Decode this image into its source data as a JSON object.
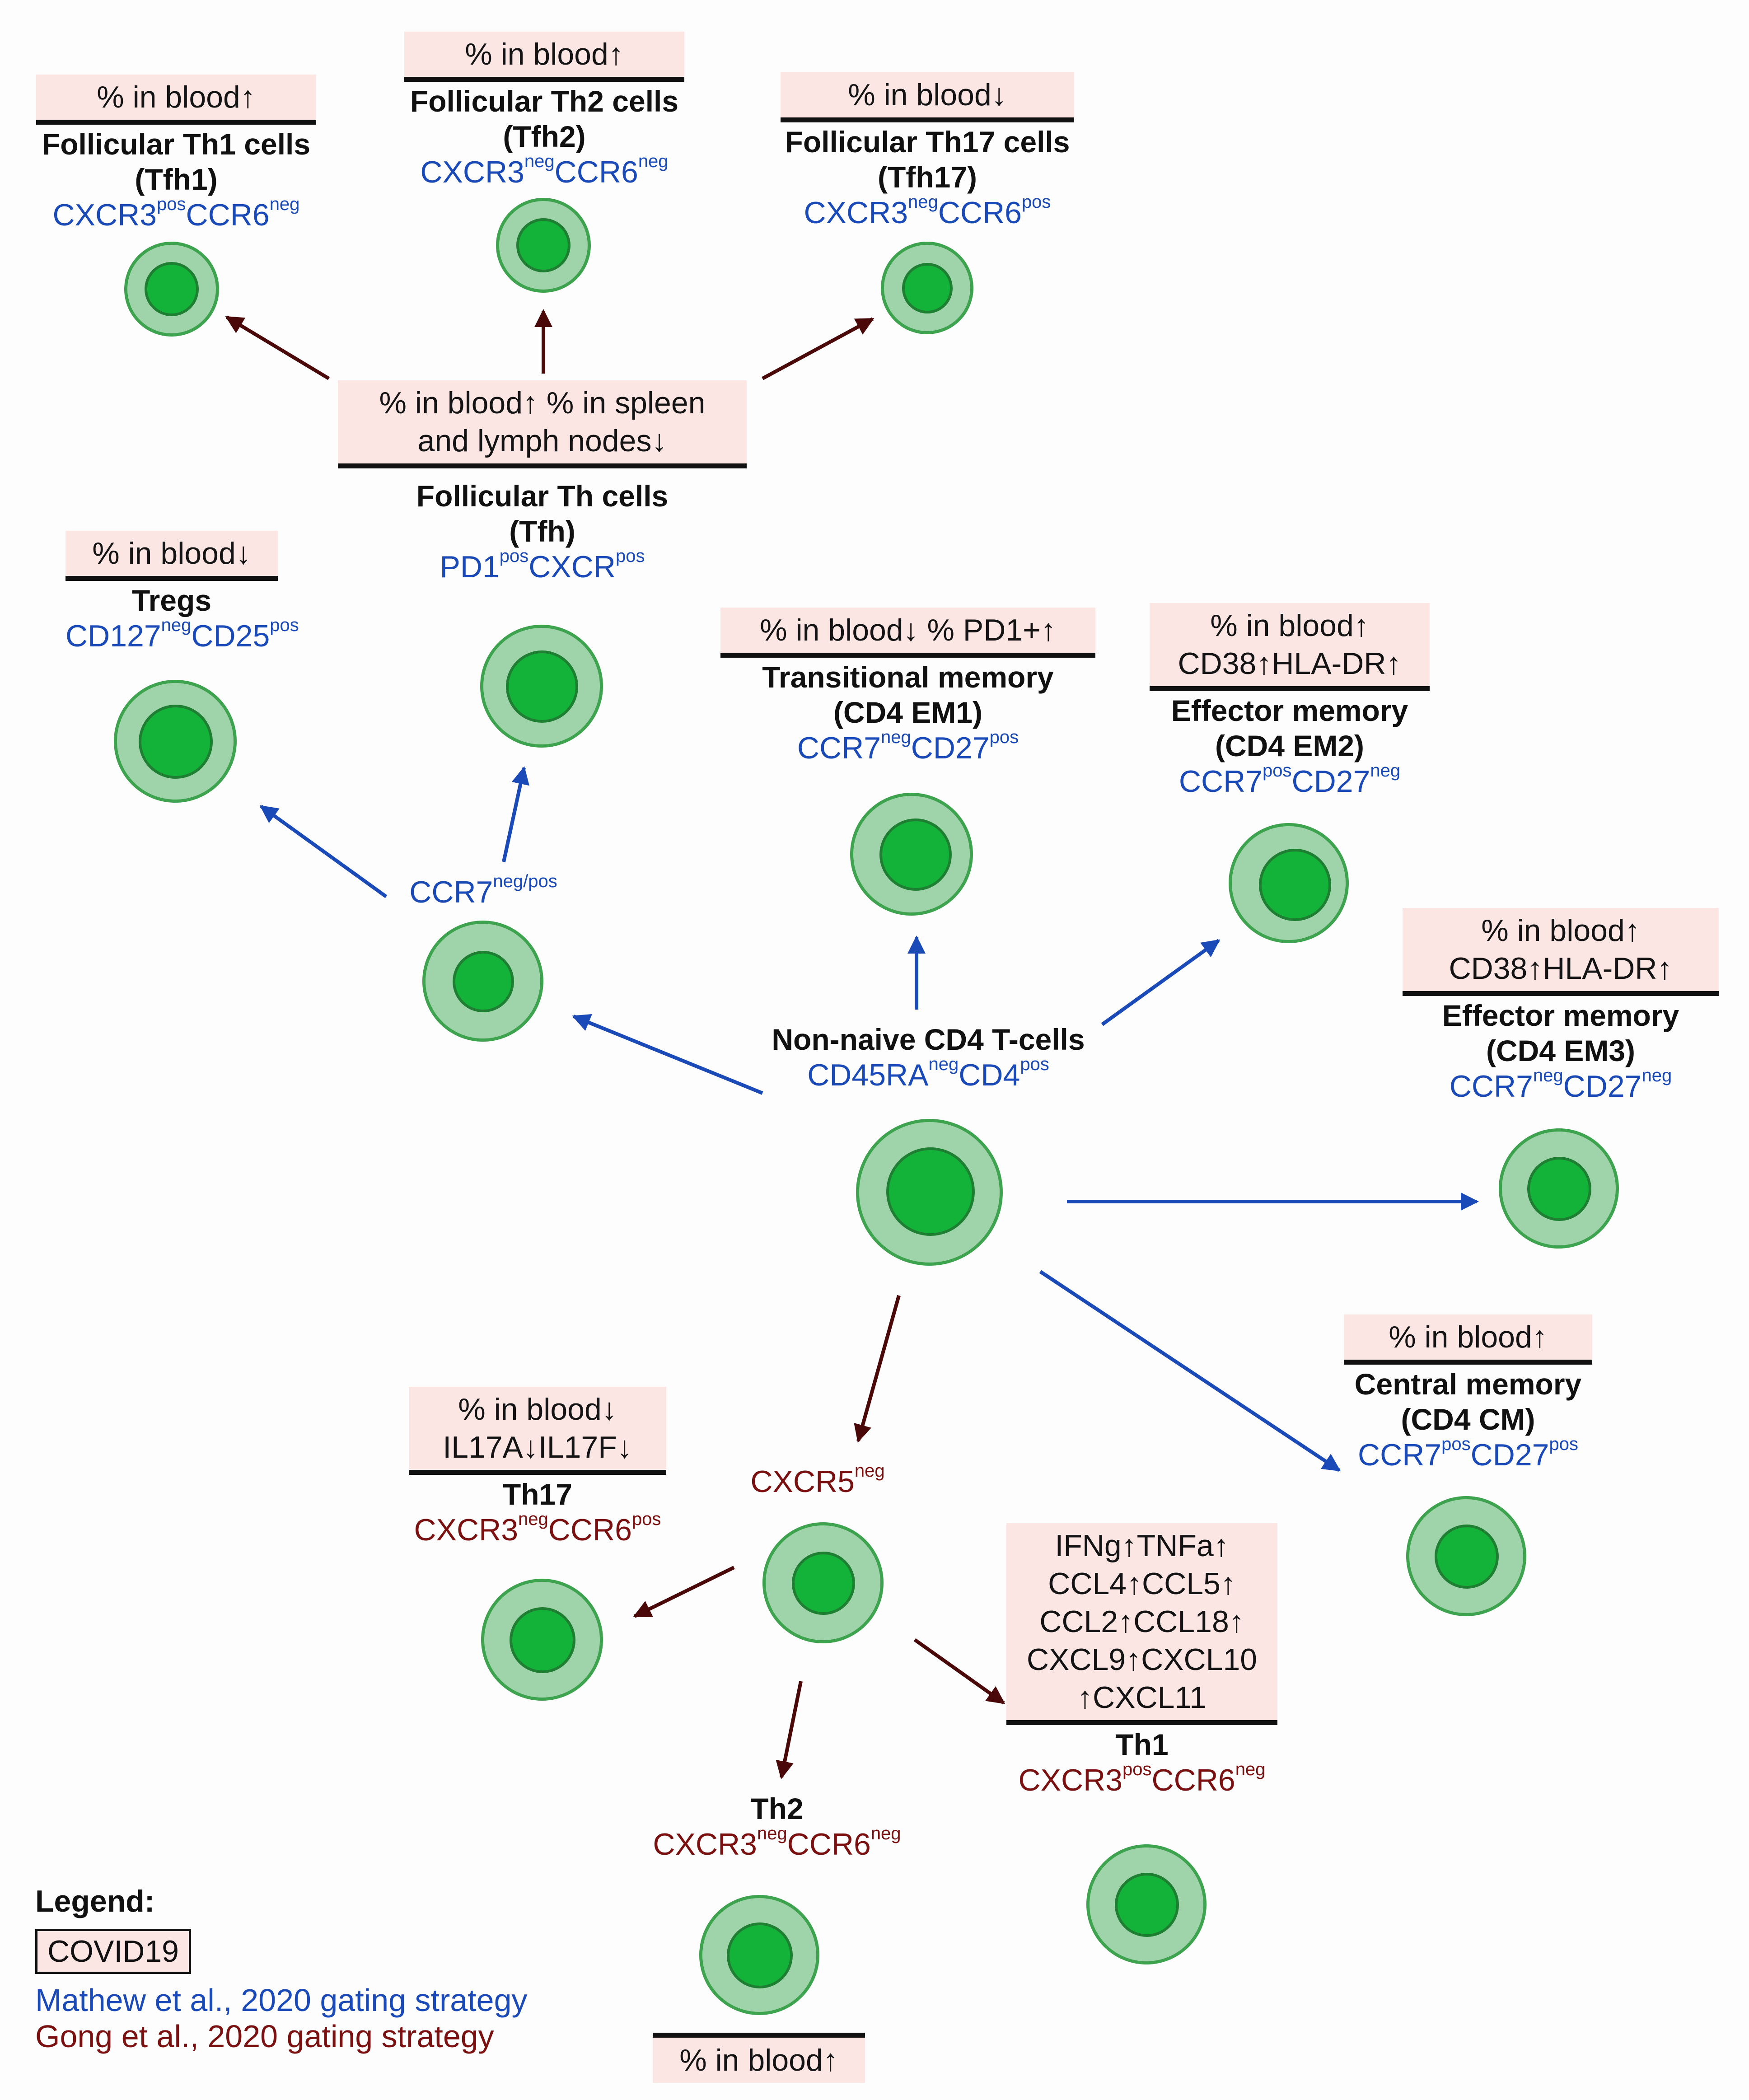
{
  "colors": {
    "blue": "#1a49b8",
    "red": "#7a1010",
    "box_fill": "#fce6e4",
    "cell": "#9fd3a9",
    "nucleus": "#13b239"
  },
  "nodes": {
    "tfh1": {
      "box": [
        "% in blood↑"
      ],
      "title": [
        "Follicular Th1 cells",
        "(Tfh1)"
      ],
      "marker": {
        "a": "CXCR3",
        "a_sup": "pos",
        "b": "CCR6",
        "b_sup": "neg"
      }
    },
    "tfh2": {
      "box": [
        "% in blood↑"
      ],
      "title": [
        "Follicular Th2 cells",
        "(Tfh2)"
      ],
      "marker": {
        "a": "CXCR3",
        "a_sup": "neg",
        "b": "CCR6",
        "b_sup": "neg"
      }
    },
    "tfh17": {
      "box": [
        "% in blood↓"
      ],
      "title": [
        "Follicular Th17 cells",
        "(Tfh17)"
      ],
      "marker": {
        "a": "CXCR3",
        "a_sup": "neg",
        "b": "CCR6",
        "b_sup": "pos"
      }
    },
    "tfh": {
      "box": [
        "% in blood↑ % in spleen",
        "and lymph nodes↓"
      ],
      "title": [
        "Follicular Th cells",
        "(Tfh)"
      ],
      "marker": {
        "a": "PD1",
        "a_sup": "pos",
        "b": "CXCR",
        "b_sup": "pos"
      }
    },
    "tregs": {
      "box": [
        "% in blood↓"
      ],
      "title": [
        "Tregs"
      ],
      "marker": {
        "a": "CD127",
        "a_sup": "neg",
        "b": "CD25",
        "b_sup": "pos"
      }
    },
    "em1": {
      "box": [
        "% in blood↓  % PD1+↑"
      ],
      "title": [
        "Transitional memory",
        "(CD4 EM1)"
      ],
      "marker": {
        "a": "CCR7",
        "a_sup": "neg",
        "b": "CD27",
        "b_sup": "pos"
      }
    },
    "em2": {
      "box": [
        "% in blood↑",
        "CD38↑HLA-DR↑"
      ],
      "title": [
        "Effector memory",
        "(CD4 EM2)"
      ],
      "marker": {
        "a": "CCR7",
        "a_sup": "pos",
        "b": "CD27",
        "b_sup": "neg"
      }
    },
    "em3": {
      "box": [
        "% in blood↑",
        "CD38↑HLA-DR↑"
      ],
      "title": [
        "Effector memory",
        "(CD4 EM3)"
      ],
      "marker": {
        "a": "CCR7",
        "a_sup": "neg",
        "b": "CD27",
        "b_sup": "neg"
      }
    },
    "ccr7": {
      "marker": {
        "a": "CCR7",
        "a_sup": "neg/pos"
      }
    },
    "nonnaive": {
      "title": [
        "Non-naive CD4 T-cells"
      ],
      "marker": {
        "a": "CD45RA",
        "a_sup": "neg",
        "b": "CD4",
        "b_sup": "pos"
      }
    },
    "cm": {
      "box": [
        "% in blood↑"
      ],
      "title": [
        "Central memory",
        "(CD4 CM)"
      ],
      "marker": {
        "a": "CCR7",
        "a_sup": "pos",
        "b": "CD27",
        "b_sup": "pos"
      }
    },
    "cxcr5": {
      "marker": {
        "a": "CXCR5",
        "a_sup": "neg"
      }
    },
    "th17": {
      "box": [
        "% in blood↓",
        "IL17A↓IL17F↓"
      ],
      "title": [
        "Th17"
      ],
      "marker": {
        "a": "CXCR3",
        "a_sup": "neg",
        "b": "CCR6",
        "b_sup": "pos"
      }
    },
    "th1": {
      "box": [
        "IFNg↑TNFa↑",
        "CCL4↑CCL5↑",
        "CCL2↑CCL18↑",
        "CXCL9↑CXCL10",
        "↑CXCL11"
      ],
      "title": [
        "Th1"
      ],
      "marker": {
        "a": "CXCR3",
        "a_sup": "pos",
        "b": "CCR6",
        "b_sup": "neg"
      }
    },
    "th2": {
      "box": [
        "% in blood↑"
      ],
      "title": [
        "Th2"
      ],
      "marker": {
        "a": "CXCR3",
        "a_sup": "neg",
        "b": "CCR6",
        "b_sup": "neg"
      }
    }
  },
  "legend": {
    "title": "Legend:",
    "covid": "COVID19",
    "mathew": "Mathew et al., 2020 gating strategy",
    "gong": "Gong et al., 2020 gating strategy"
  }
}
